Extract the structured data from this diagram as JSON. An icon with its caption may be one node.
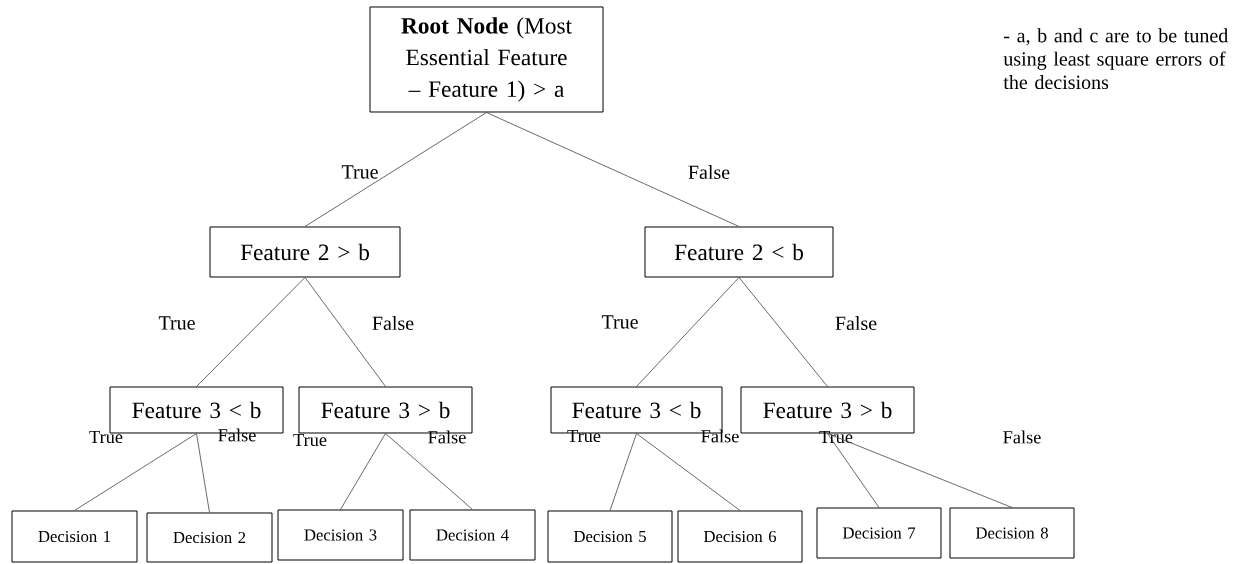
{
  "diagram": {
    "nodes": [
      {
        "text": [
          "**Root Node** (Most Essential Feature – Feature 1) > a"
        ]
      },
      {
        "text": [
          "Feature 2 > b"
        ]
      },
      {
        "text": [
          "Feature 2 < b"
        ]
      },
      {
        "text": [
          "Feature 3 < b"
        ]
      },
      {
        "text": [
          "Feature 3 > b"
        ]
      },
      {
        "text": [
          "Feature 3 < b"
        ]
      },
      {
        "text": [
          "Feature 3 > b"
        ]
      },
      {
        "text": [
          "Decision 1"
        ]
      },
      {
        "text": [
          "Decision 2"
        ]
      },
      {
        "text": [
          "Decision 3"
        ]
      },
      {
        "text": [
          "Decision 4"
        ]
      },
      {
        "text": [
          "Decision 5"
        ]
      },
      {
        "text": [
          "Decision 6"
        ]
      },
      {
        "text": [
          "Decision 7"
        ]
      },
      {
        "text": [
          "Decision 8"
        ]
      }
    ],
    "edges": [
      {
        "from": 0,
        "to": 1,
        "arrow": "none",
        "label": "True"
      },
      {
        "from": 0,
        "to": 2,
        "arrow": "none",
        "label": "False"
      },
      {
        "from": 1,
        "to": 3,
        "arrow": "none",
        "label": "True"
      },
      {
        "from": 1,
        "to": 4,
        "arrow": "none",
        "label": "False"
      },
      {
        "from": 2,
        "to": 5,
        "arrow": "none",
        "label": "True"
      },
      {
        "from": 2,
        "to": 6,
        "arrow": "none",
        "label": "False"
      },
      {
        "from": 3,
        "to": 7,
        "arrow": "none",
        "label": "True"
      },
      {
        "from": 3,
        "to": 8,
        "arrow": "none",
        "label": "False"
      },
      {
        "from": 4,
        "to": 9,
        "arrow": "none",
        "label": "True"
      },
      {
        "from": 4,
        "to": 10,
        "arrow": "none",
        "label": "False"
      },
      {
        "from": 5,
        "to": 11,
        "arrow": "none",
        "label": "True"
      },
      {
        "from": 5,
        "to": 12,
        "arrow": "none",
        "label": "False"
      },
      {
        "from": 6,
        "to": 13,
        "arrow": "none",
        "label": "True"
      },
      {
        "from": 6,
        "to": 14,
        "arrow": "none",
        "label": "False"
      }
    ],
    "labels": [
      "- a, b and c are to be tuned using least square errors of the decisions"
    ]
  }
}
